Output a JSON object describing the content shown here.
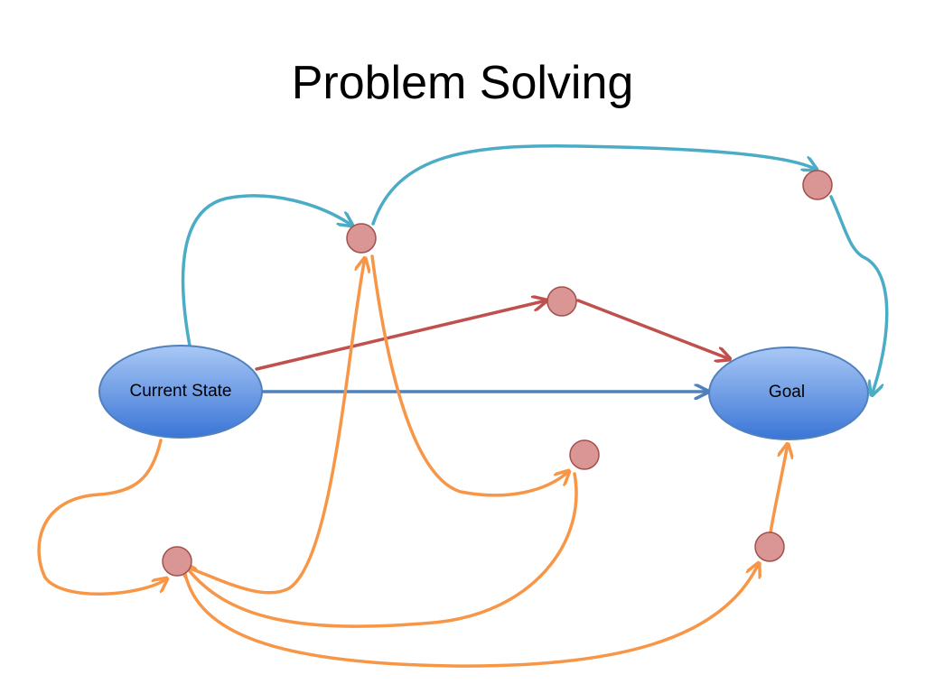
{
  "slide": {
    "title": "Problem Solving"
  },
  "diagram": {
    "nodes": {
      "current_state": {
        "label": "Current State"
      },
      "goal": {
        "label": "Goal"
      }
    },
    "colors": {
      "teal_path": "#4BACC6",
      "red_path": "#C0504D",
      "blue_path": "#4F81BD",
      "orange_path": "#F79646",
      "state_fill": "#DA9694",
      "state_stroke": "#A0504D",
      "ellipse_light": "#A4C4F4",
      "ellipse_dark": "#3C78D8",
      "ellipse_stroke": "#4F81BD"
    }
  }
}
